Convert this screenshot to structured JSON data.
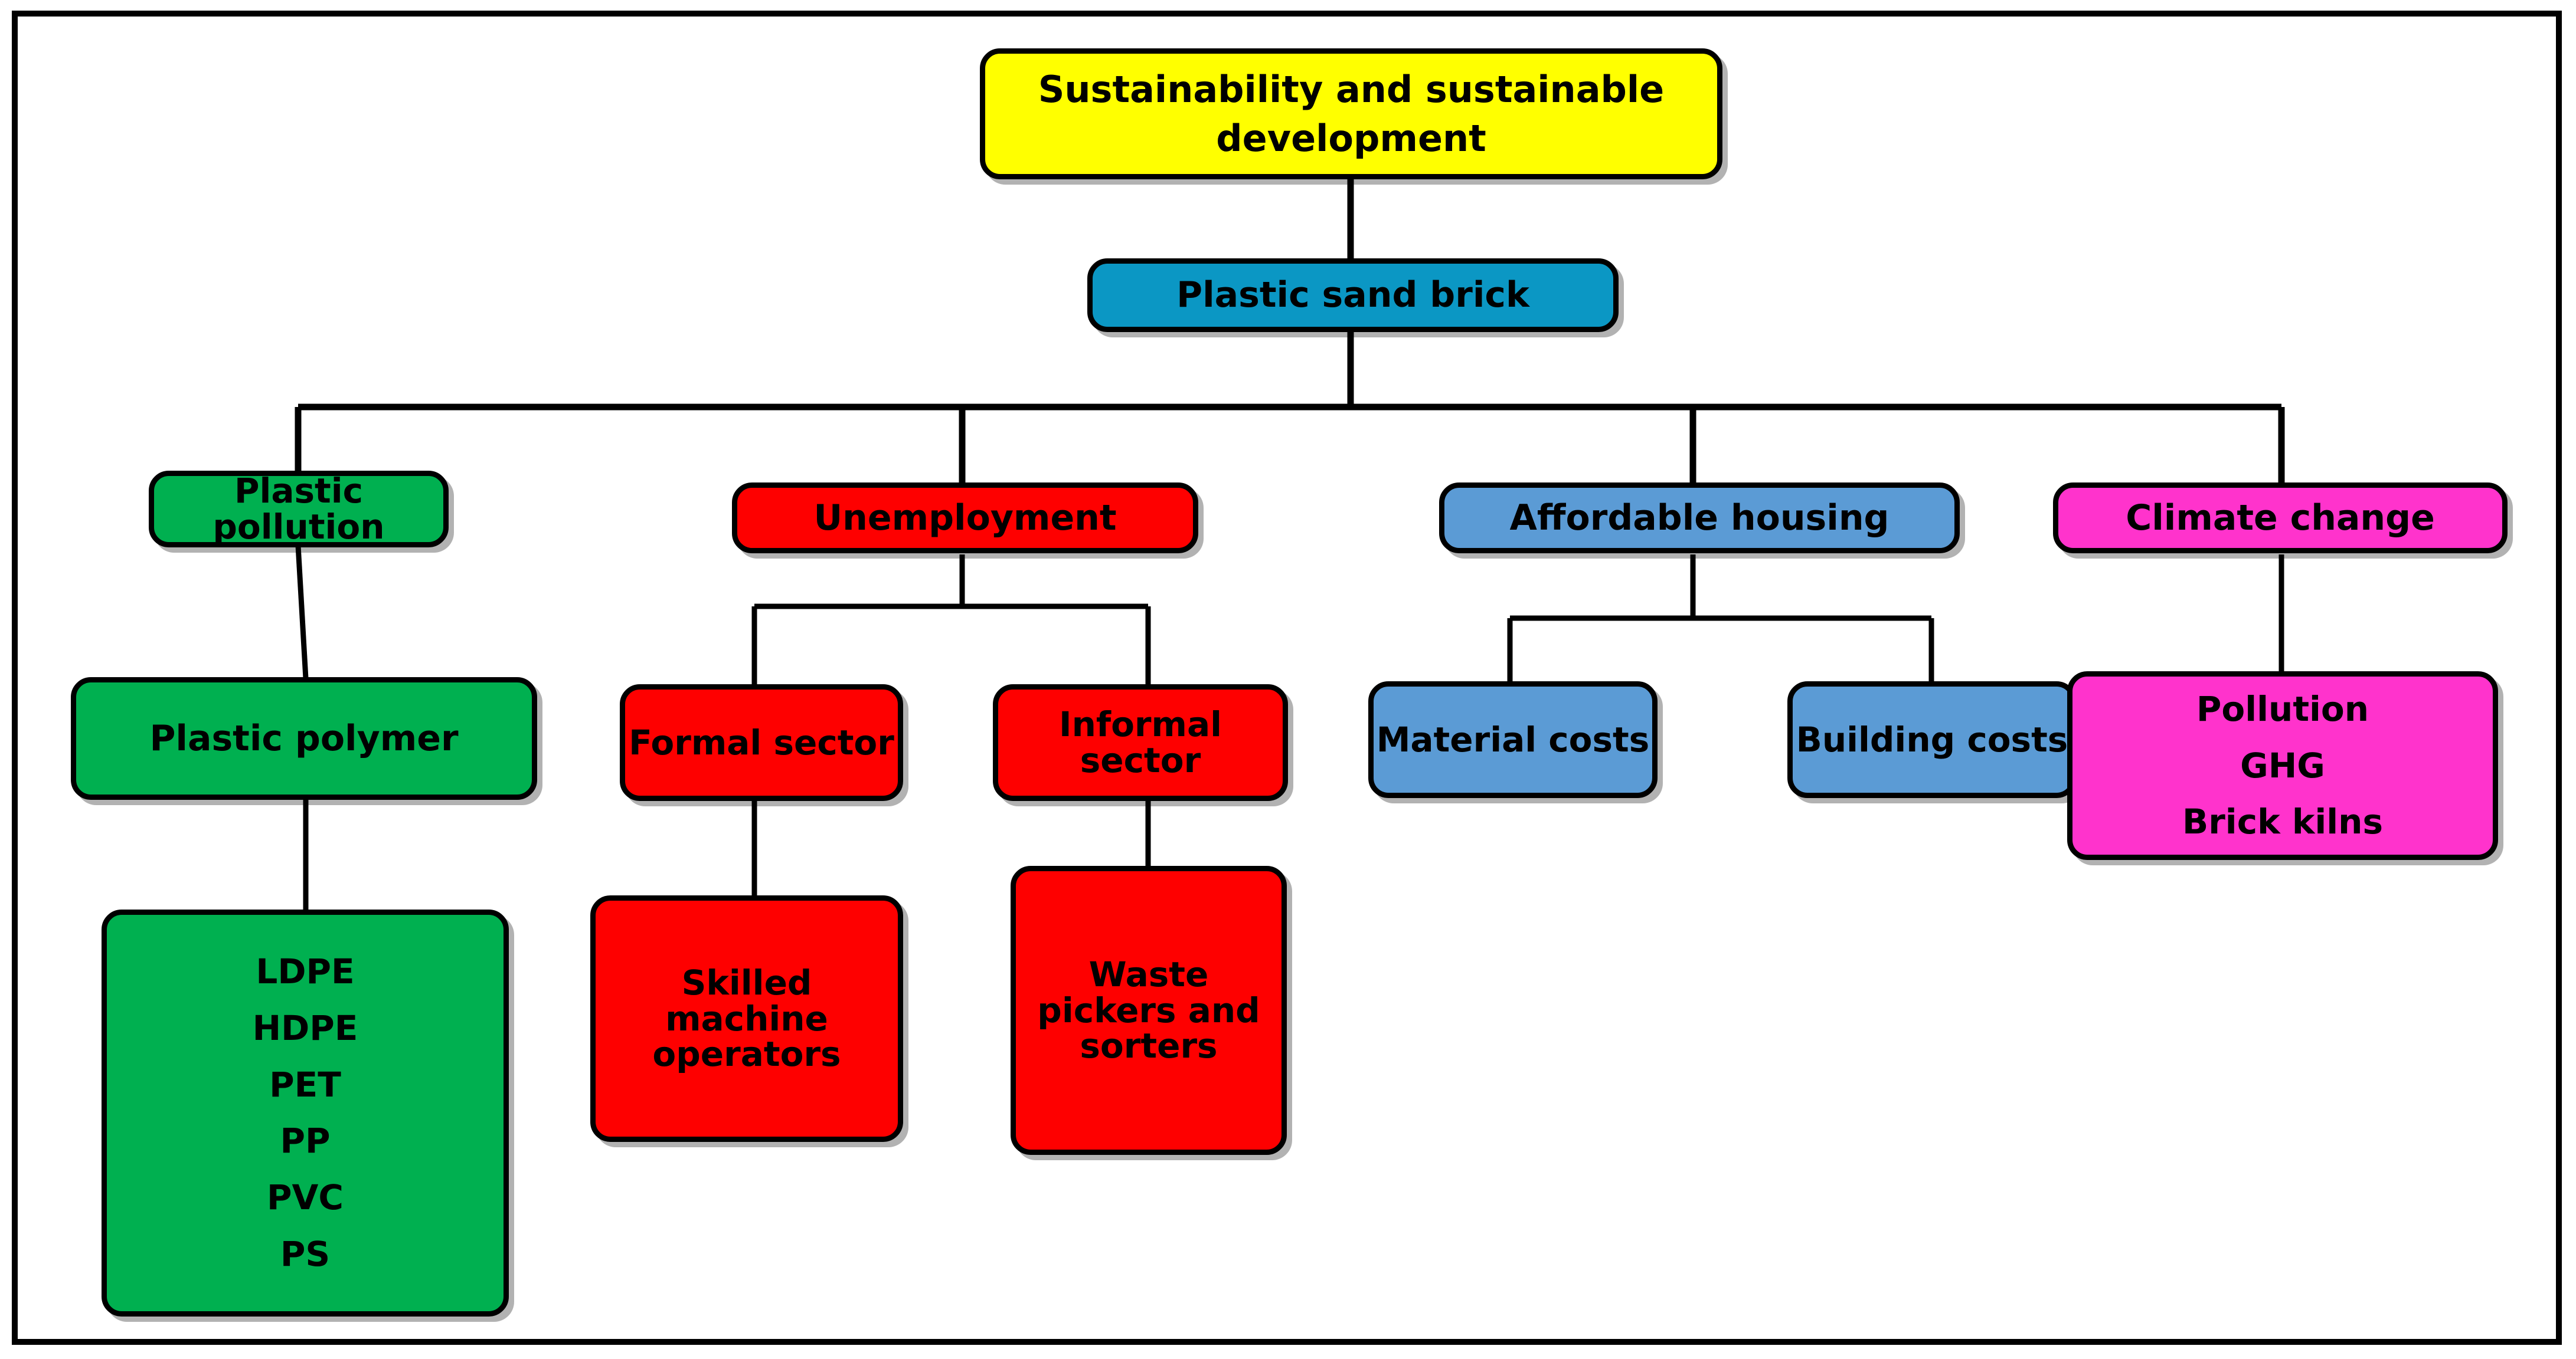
{
  "diagram": {
    "title": "Plastic sand brick sustainability concept map",
    "background_color": "#ffffff",
    "frame_color": "#000000",
    "connector_color": "#000000",
    "colors": {
      "root_yellow": "#ffff00",
      "teal": "#0b97c4",
      "green": "#00b050",
      "red": "#fe0000",
      "blue": "#5b9bd5",
      "magenta": "#ff33cc"
    }
  },
  "nodes": {
    "root": {
      "label": "Sustainability and sustainable development"
    },
    "product": {
      "label": "Plastic sand brick"
    },
    "plastic_pollution": {
      "label": "Plastic pollution"
    },
    "plastic_polymer": {
      "label": "Plastic polymer"
    },
    "polymer_list": {
      "lines": [
        "LDPE",
        "HDPE",
        "PET",
        "PP",
        "PVC",
        "PS"
      ]
    },
    "unemployment": {
      "label": "Unemployment"
    },
    "formal_sector": {
      "label": "Formal sector"
    },
    "informal_sector": {
      "label": "Informal sector"
    },
    "skilled_machine_operators": {
      "label": "Skilled machine operators"
    },
    "waste_pickers_and_sorters": {
      "label": "Waste pickers and sorters"
    },
    "affordable_housing": {
      "label": "Affordable housing"
    },
    "material_costs": {
      "label": "Material costs"
    },
    "building_costs": {
      "label": "Building costs"
    },
    "climate_change": {
      "label": "Climate change"
    },
    "climate_effects": {
      "lines": [
        "Pollution",
        "GHG",
        "Brick kilns"
      ]
    }
  }
}
